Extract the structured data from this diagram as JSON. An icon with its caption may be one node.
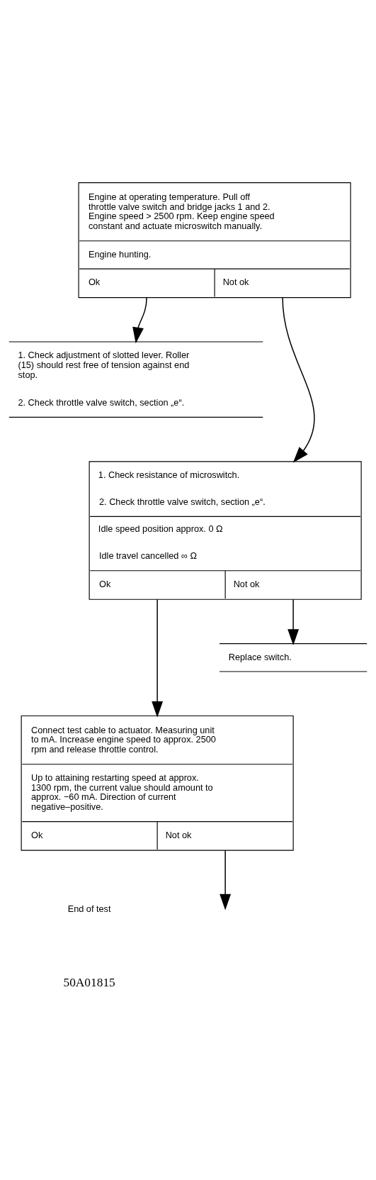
{
  "diagram": {
    "nodes": [
      {
        "text": [
          "Engine at operating temperature. Pull off throttle valve switch and bridge jacks 1 and 2. Engine speed > 2500 rpm. Keep engine speed constant and actuate microswitch manually.",
          "Engine hunting.",
          "Ok",
          "Not ok"
        ]
      },
      {
        "text": [
          "1. Check adjustment of slotted lever. Roller (15) should rest free of tension against end stop.",
          "2. Check throttle valve switch, section „e“."
        ]
      },
      {
        "text": [
          "1. Check resistance of microswitch.",
          "2. Check throttle valve switch, section „e“.",
          "Idle speed position approx. 0 Ω",
          "Idle travel cancelled ∞ Ω",
          "Ok",
          "Not ok"
        ]
      },
      {
        "text": [
          "Replace switch."
        ]
      },
      {
        "text": [
          "Connect test cable to actuator. Measuring unit to mA. Increase engine speed to approx. 2500 rpm and release throttle control.",
          "Up to attaining restarting speed at approx. 1300 rpm, the current value should amount to approx. −60 mA. Direction of current negative–positive.",
          "Ok",
          "Not ok"
        ]
      }
    ],
    "edges": [
      {
        "from": 0,
        "to": 1,
        "arrow": "to"
      },
      {
        "from": 0,
        "to": 2,
        "arrow": "to"
      },
      {
        "from": 2,
        "to": 4,
        "arrow": "to"
      },
      {
        "from": 2,
        "to": 3,
        "arrow": "to"
      },
      {
        "from": 4,
        "to": null,
        "arrow": "to"
      }
    ],
    "labels": [
      "End of test",
      "50A01815"
    ]
  }
}
